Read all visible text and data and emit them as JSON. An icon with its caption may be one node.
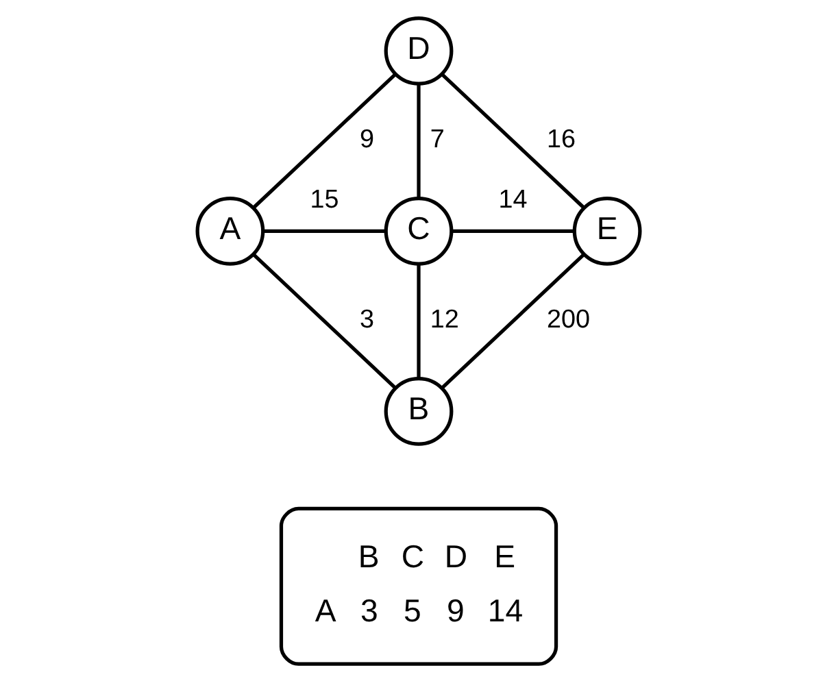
{
  "diagram": {
    "nodes": [
      {
        "text": [
          "D"
        ]
      },
      {
        "text": [
          "A"
        ]
      },
      {
        "text": [
          "C"
        ]
      },
      {
        "text": [
          "E"
        ]
      },
      {
        "text": [
          "B"
        ]
      },
      {
        "text": [
          "B",
          "C",
          "D",
          "E",
          "A",
          "3",
          "5",
          "9",
          "14"
        ]
      }
    ],
    "edges": [
      {
        "from": 0,
        "to": 1,
        "arrow": "none",
        "label": "9"
      },
      {
        "from": 0,
        "to": 2,
        "arrow": "none",
        "label": "7"
      },
      {
        "from": 0,
        "to": 3,
        "arrow": "none",
        "label": "16"
      },
      {
        "from": 1,
        "to": 2,
        "arrow": "none",
        "label": "15"
      },
      {
        "from": 2,
        "to": 3,
        "arrow": "none",
        "label": "14"
      },
      {
        "from": 1,
        "to": 4,
        "arrow": "none",
        "label": "3"
      },
      {
        "from": 4,
        "to": 2,
        "arrow": "none",
        "label": "12"
      },
      {
        "from": 4,
        "to": 3,
        "arrow": "none",
        "label": "200"
      }
    ]
  }
}
